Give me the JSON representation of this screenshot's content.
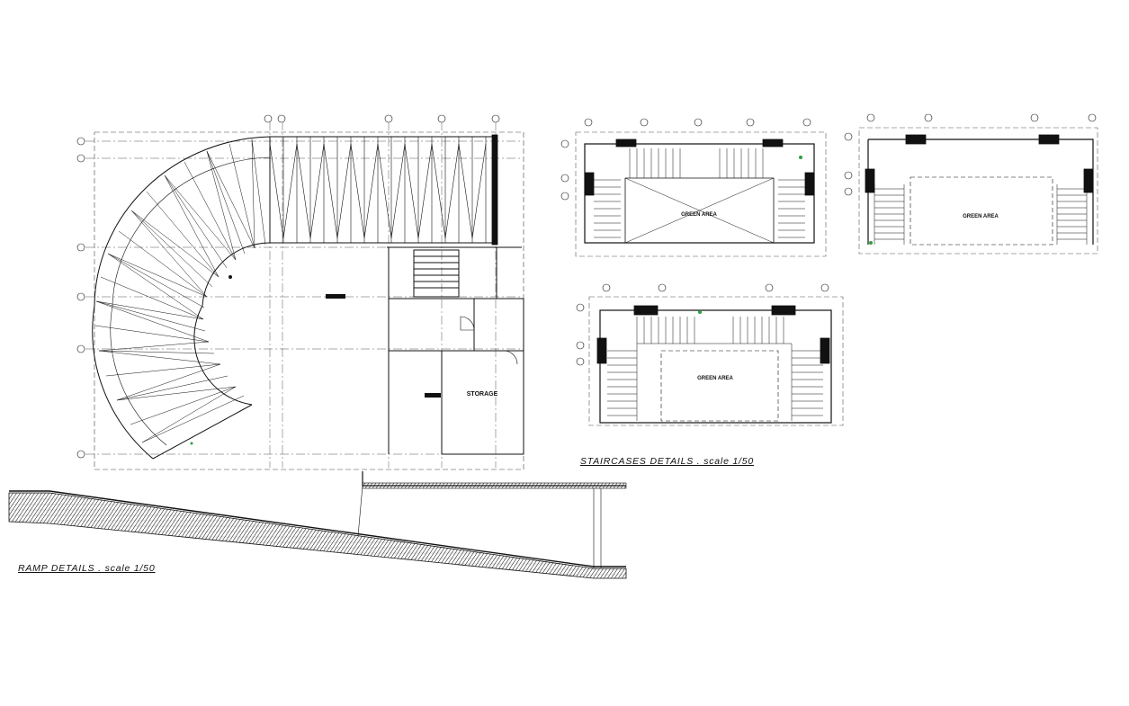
{
  "captions": {
    "ramp_details": "RAMP DETAILS . scale 1/50",
    "staircases_details": "STAIRCASES DETAILS . scale 1/50"
  },
  "plan": {
    "storage_label": "STORAGE"
  },
  "stair_plans": {
    "green_area_1": "GREEN AREA",
    "green_area_2": "GREEN AREA",
    "green_area_3": "GREEN AREA"
  },
  "colors": {
    "line": "#111111",
    "dash": "#555555",
    "accent_green": "#2e9e3e"
  }
}
